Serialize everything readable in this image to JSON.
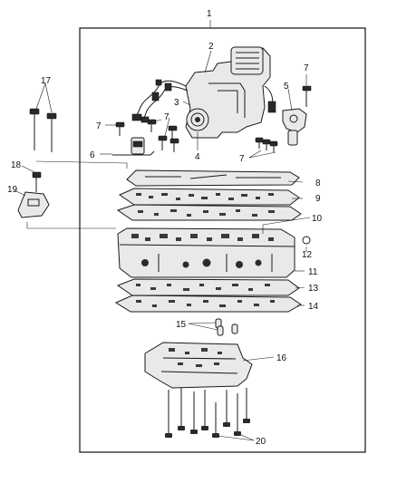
{
  "diagram": {
    "callouts": {
      "c1": "1",
      "c2": "2",
      "c3": "3",
      "c4": "4",
      "c5": "5",
      "c6": "6",
      "c7a": "7",
      "c7b": "7",
      "c7c": "7",
      "c7d": "7",
      "c8": "8",
      "c9": "9",
      "c10": "10",
      "c11": "11",
      "c12": "12",
      "c13": "13",
      "c14": "14",
      "c15": "15",
      "c16": "16",
      "c17": "17",
      "c18": "18",
      "c19": "19",
      "c20": "20"
    }
  }
}
